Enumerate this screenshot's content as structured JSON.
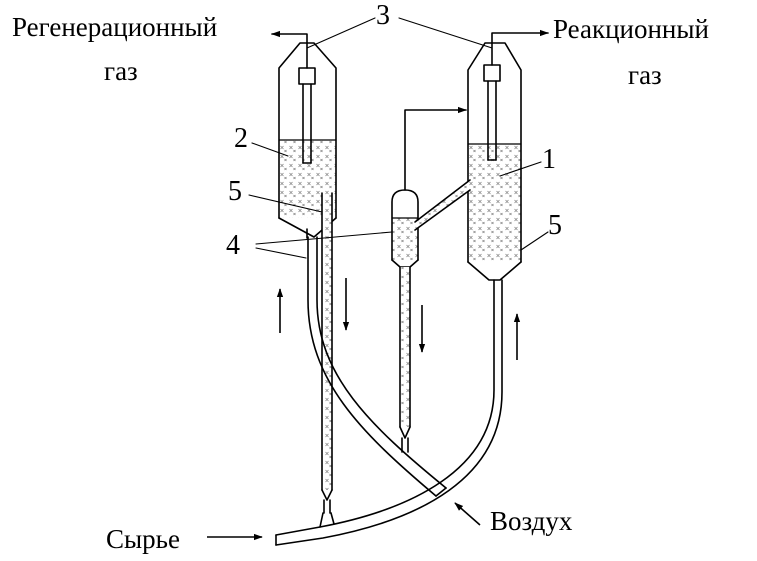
{
  "labels": {
    "regen_gas_line1": "Регенерационный",
    "regen_gas_line2": "газ",
    "reaction_gas_line1": "Реакционный",
    "reaction_gas_line2": "газ",
    "feed": "Сырье",
    "air": "Воздух"
  },
  "callouts": {
    "n1": "1",
    "n2": "2",
    "n3": "3",
    "n4": "4",
    "n5_left": "5",
    "n5_right": "5"
  },
  "colors": {
    "ink": "#000000",
    "background": "#ffffff",
    "catalyst_hatch": "#8a8a8a"
  }
}
